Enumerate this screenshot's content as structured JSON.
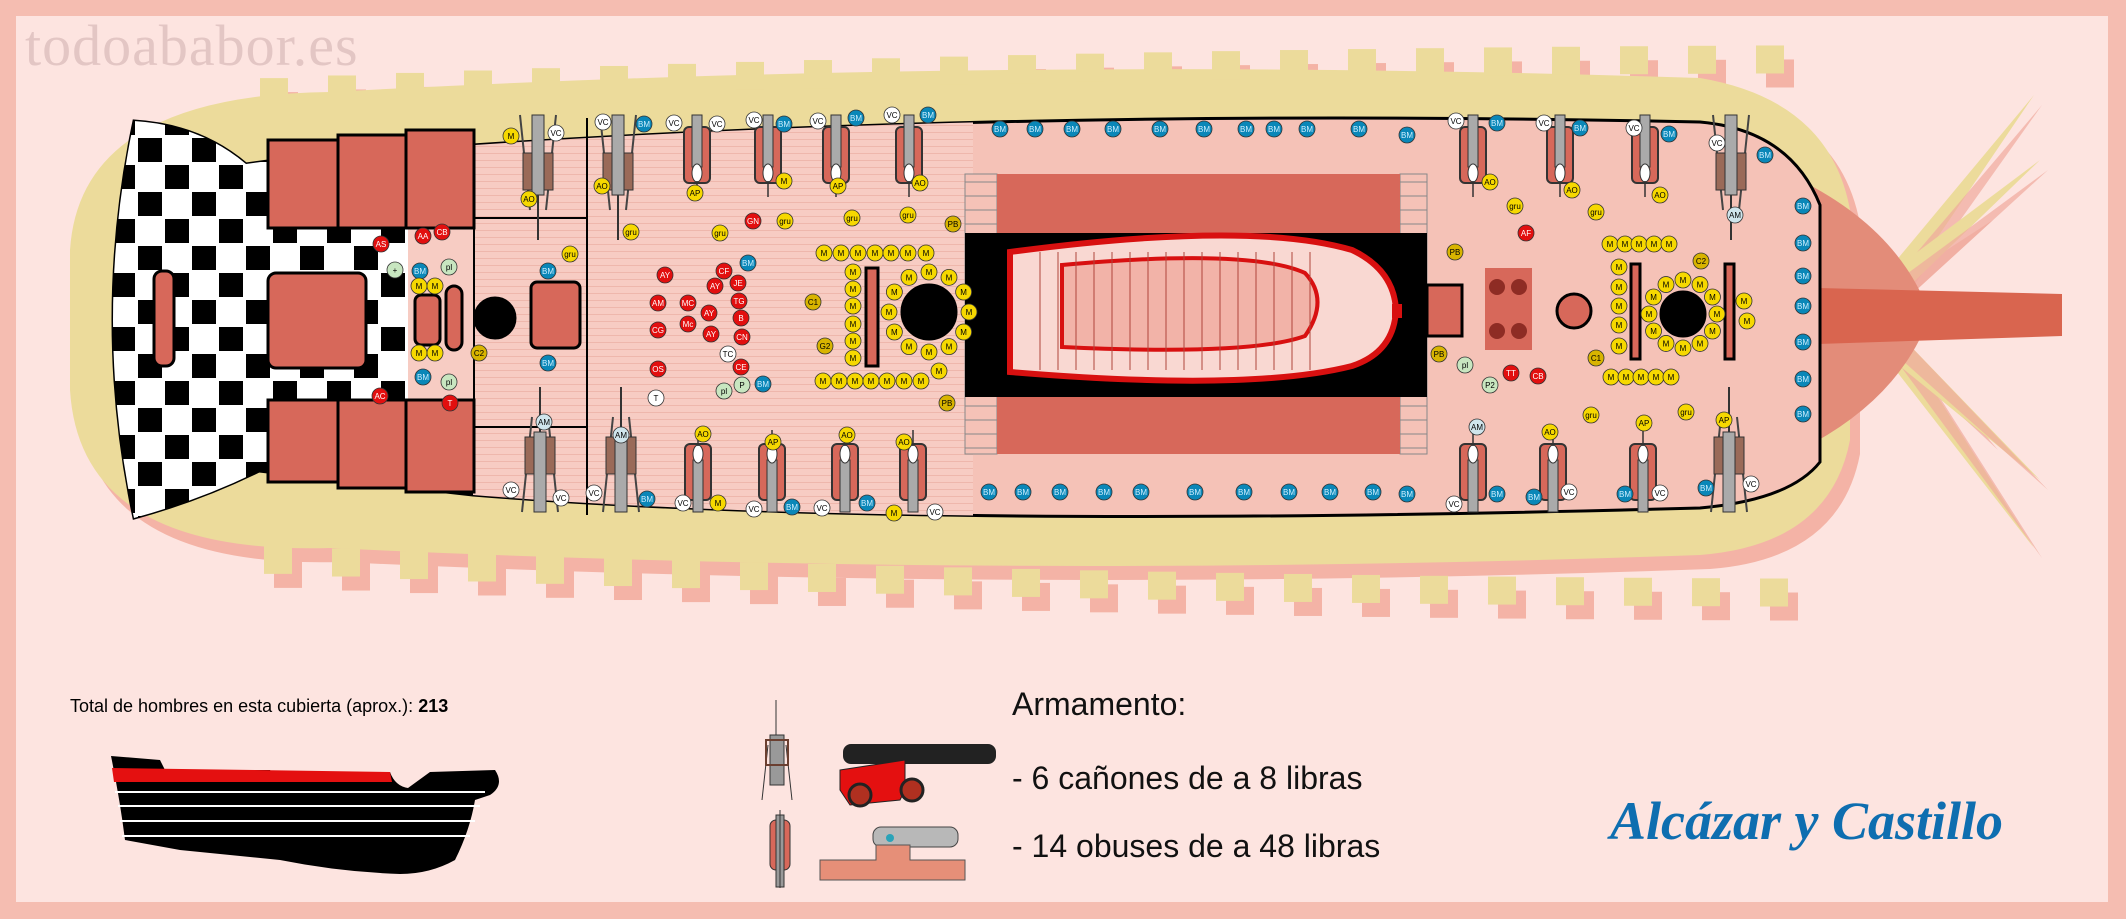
{
  "watermark": "todoababor.es",
  "title": "Alcázar y Castillo",
  "crew_total": {
    "label": "Total de hombres en esta cubierta (aprox.):",
    "value": "213"
  },
  "armament": {
    "heading": "Armamento:",
    "items": [
      "- 6 cañones de a 8 libras",
      "- 14 obuses de a 48 libras"
    ]
  },
  "colors": {
    "yellow": "#f6d800",
    "dark_yellow": "#d8b400",
    "blue": "#0a87b8",
    "red": "#e20f0f",
    "white": "#ffffff",
    "green": "#c8e6c0",
    "light_blue": "#cfe5ec",
    "title_blue": "#0e6eb0",
    "hull_yellow": "#ecdb9b",
    "deck_pink": "#f5c2b7",
    "wood": "#d7685a"
  },
  "guns": {
    "top": [
      "cannon",
      "cannon",
      "obus",
      "obus",
      "obus",
      "obus",
      "obus",
      "obus",
      "obus",
      "cannon"
    ],
    "bottom": [
      "cannon",
      "cannon",
      "obus",
      "obus",
      "obus",
      "obus",
      "obus",
      "obus",
      "obus",
      "cannon"
    ]
  },
  "crew_markers": [
    [
      "AS",
      "r"
    ],
    [
      "AA",
      "r"
    ],
    [
      "CB",
      "r"
    ],
    [
      "BM",
      "b"
    ],
    [
      "pl",
      "g"
    ],
    [
      "+",
      "g"
    ],
    [
      "M",
      "y"
    ],
    [
      "M",
      "y"
    ],
    [
      "M",
      "y"
    ],
    [
      "M",
      "y"
    ],
    [
      "C2",
      "d"
    ],
    [
      "BM",
      "b"
    ],
    [
      "pl",
      "g"
    ],
    [
      "T",
      "r"
    ],
    [
      "AC",
      "r"
    ],
    [
      "BM",
      "b"
    ],
    [
      "gru",
      "y"
    ],
    [
      "BM",
      "b"
    ],
    [
      "M",
      "y"
    ],
    [
      "AO",
      "y"
    ],
    [
      "VC",
      "w"
    ],
    [
      "AM",
      "a"
    ],
    [
      "VC",
      "w"
    ],
    [
      "VC",
      "w"
    ],
    [
      "VC",
      "w"
    ],
    [
      "BM",
      "b"
    ],
    [
      "VC",
      "w"
    ],
    [
      "VC",
      "w"
    ],
    [
      "VC",
      "w"
    ],
    [
      "BM",
      "b"
    ],
    [
      "VC",
      "w"
    ],
    [
      "BM",
      "b"
    ],
    [
      "VC",
      "w"
    ],
    [
      "BM",
      "b"
    ],
    [
      "AO",
      "y"
    ],
    [
      "AP",
      "y"
    ],
    [
      "M",
      "y"
    ],
    [
      "AP",
      "y"
    ],
    [
      "AO",
      "y"
    ],
    [
      "gru",
      "y"
    ],
    [
      "gru",
      "y"
    ],
    [
      "GN",
      "r"
    ],
    [
      "gru",
      "y"
    ],
    [
      "gru",
      "y"
    ],
    [
      "gru",
      "y"
    ],
    [
      "PB",
      "d"
    ],
    [
      "AY",
      "r"
    ],
    [
      "CF",
      "r"
    ],
    [
      "BM",
      "b"
    ],
    [
      "AY",
      "r"
    ],
    [
      "JE",
      "r"
    ],
    [
      "AM",
      "r"
    ],
    [
      "MC",
      "r"
    ],
    [
      "TG",
      "r"
    ],
    [
      "AY",
      "r"
    ],
    [
      "B",
      "r"
    ],
    [
      "CG",
      "r"
    ],
    [
      "Mc",
      "r"
    ],
    [
      "AY",
      "r"
    ],
    [
      "CN",
      "r"
    ],
    [
      "TC",
      "w"
    ],
    [
      "CE",
      "r"
    ],
    [
      "OS",
      "r"
    ],
    [
      "pl",
      "g"
    ],
    [
      "P",
      "g"
    ],
    [
      "BM",
      "b"
    ],
    [
      "T",
      "w"
    ],
    [
      "C1",
      "d"
    ],
    [
      "G2",
      "d"
    ],
    [
      "M",
      "y"
    ],
    [
      "PB",
      "d"
    ],
    [
      "AM",
      "a"
    ],
    [
      "AO",
      "y"
    ],
    [
      "AP",
      "y"
    ],
    [
      "AO",
      "y"
    ],
    [
      "AO",
      "y"
    ],
    [
      "VC",
      "w"
    ],
    [
      "BM",
      "b"
    ],
    [
      "VC",
      "w"
    ],
    [
      "M",
      "y"
    ],
    [
      "VC",
      "w"
    ],
    [
      "BM",
      "b"
    ],
    [
      "VC",
      "w"
    ],
    [
      "BM",
      "b"
    ],
    [
      "M",
      "y"
    ],
    [
      "VC",
      "w"
    ],
    [
      "BM",
      "b"
    ],
    [
      "VC",
      "w"
    ],
    [
      "BM",
      "b"
    ],
    [
      "VC",
      "w"
    ],
    [
      "BM",
      "b"
    ],
    [
      "VC",
      "w"
    ],
    [
      "BM",
      "b"
    ],
    [
      "VC",
      "w"
    ],
    [
      "BM",
      "b"
    ],
    [
      "AO",
      "y"
    ],
    [
      "AO",
      "y"
    ],
    [
      "AO",
      "y"
    ],
    [
      "AM",
      "a"
    ],
    [
      "gru",
      "y"
    ],
    [
      "gru",
      "y"
    ],
    [
      "AF",
      "r"
    ],
    [
      "PB",
      "d"
    ],
    [
      "C2",
      "d"
    ],
    [
      "M",
      "y"
    ],
    [
      "M",
      "y"
    ],
    [
      "C1",
      "d"
    ],
    [
      "PB",
      "d"
    ],
    [
      "pl",
      "g"
    ],
    [
      "P2",
      "g"
    ],
    [
      "TT",
      "r"
    ],
    [
      "CB",
      "r"
    ],
    [
      "gru",
      "y"
    ],
    [
      "gru",
      "y"
    ],
    [
      "AM",
      "a"
    ],
    [
      "AO",
      "y"
    ],
    [
      "AP",
      "y"
    ],
    [
      "AP",
      "y"
    ],
    [
      "BM",
      "b"
    ],
    [
      "VC",
      "w"
    ],
    [
      "BM",
      "b"
    ],
    [
      "BM",
      "b"
    ],
    [
      "VC",
      "w"
    ],
    [
      "BM",
      "b"
    ],
    [
      "VC",
      "w"
    ],
    [
      "BM",
      "b"
    ],
    [
      "VC",
      "w"
    ]
  ],
  "marker_groups": [
    {
      "id": "bm-row-top",
      "label": "BM",
      "type": "b",
      "count": 10
    },
    {
      "id": "bm-row-bottom",
      "label": "BM",
      "type": "b",
      "count": 10
    },
    {
      "id": "bm-bow-column",
      "label": "BM",
      "type": "b",
      "count": 7
    },
    {
      "id": "main-capstan-top-row",
      "label": "M",
      "type": "y",
      "count": 7
    },
    {
      "id": "main-capstan-left-column",
      "label": "M",
      "type": "y",
      "count": 6
    },
    {
      "id": "main-capstan-ring",
      "label": "M",
      "type": "y",
      "count": 12
    },
    {
      "id": "main-capstan-bottom-row",
      "label": "M",
      "type": "y",
      "count": 7
    },
    {
      "id": "fore-capstan-top-row",
      "label": "M",
      "type": "y",
      "count": 5
    },
    {
      "id": "fore-capstan-left-column",
      "label": "M",
      "type": "y",
      "count": 5
    },
    {
      "id": "fore-capstan-ring",
      "label": "M",
      "type": "y",
      "count": 12
    },
    {
      "id": "fore-capstan-bottom-row",
      "label": "M",
      "type": "y",
      "count": 5
    }
  ]
}
